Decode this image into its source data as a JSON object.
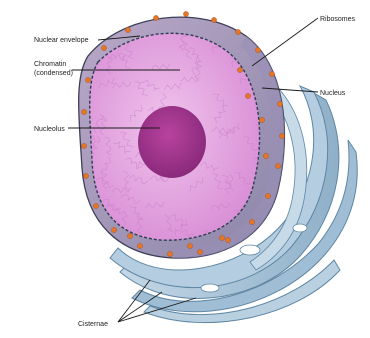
{
  "labels": {
    "nuclear_envelope": "Nuclear envelope",
    "chromatin_line1": "Chromatin",
    "chromatin_line2": "(condensed)",
    "nucleolus": "Nucleolus",
    "ribosomes": "Ribosomes",
    "nucleus": "Nucleus",
    "cisternae": "Cisternae"
  },
  "colors": {
    "nucleoplasm": "#e6a8df",
    "nucleolus": "#a0348f",
    "envelope": "#8f8fb0",
    "er": "#a9c4d8",
    "er_edge": "#5f86a3",
    "ribosome": "#e4762a",
    "chromatin_fiber": "#c97ccb",
    "pore": "#2c3e50"
  }
}
